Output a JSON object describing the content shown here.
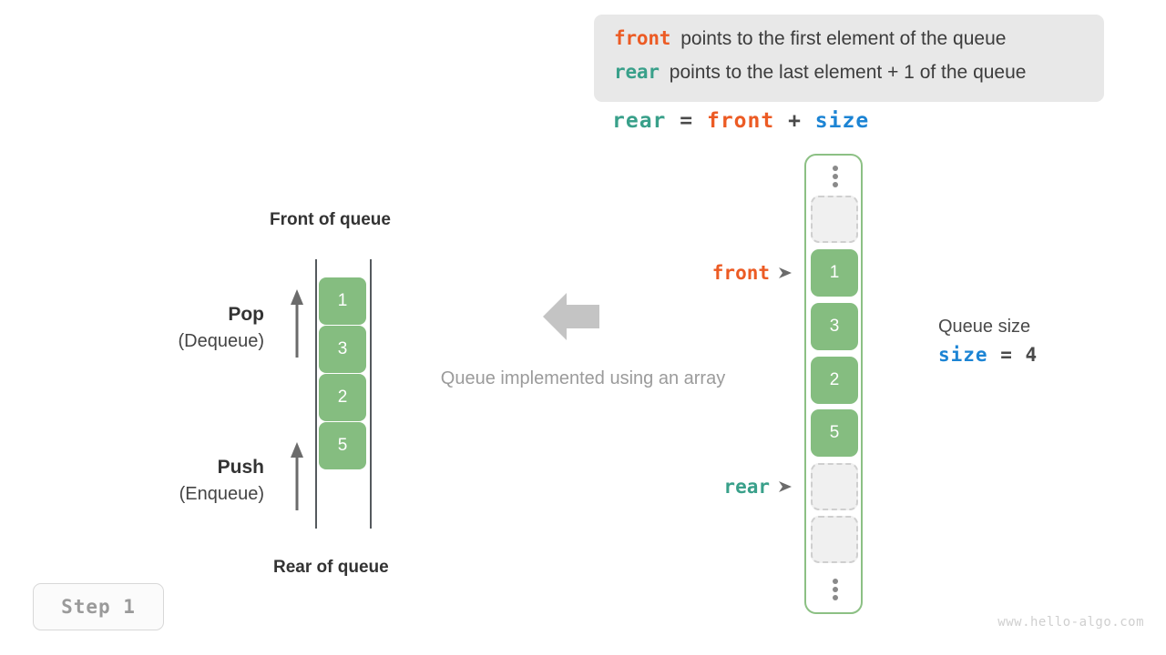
{
  "legend": {
    "lines": [
      {
        "keyword": "front",
        "text": "points to the first element of the queue",
        "color": "#ec5b24"
      },
      {
        "keyword": "rear",
        "text": "points to the last element + 1 of the queue",
        "color": "#39a08a"
      }
    ]
  },
  "formula": {
    "lhs": "rear",
    "equals": "=",
    "rhs1": "front",
    "plus": "+",
    "rhs2": "size"
  },
  "abstract_queue": {
    "front_label": "Front of queue",
    "rear_label": "Rear of queue",
    "cells": [
      "1",
      "3",
      "2",
      "5"
    ],
    "pop": {
      "title": "Pop",
      "subtitle": "(Dequeue)"
    },
    "push": {
      "title": "Push",
      "subtitle": "(Enqueue)"
    }
  },
  "center": {
    "caption": "Queue implemented using an array",
    "arrow_icon": "left-arrow-icon"
  },
  "array_view": {
    "top_ellipsis": "vertical-ellipsis-icon",
    "bottom_ellipsis": "vertical-ellipsis-icon",
    "slots": [
      {
        "value": "",
        "state": "empty"
      },
      {
        "value": "1",
        "state": "filled"
      },
      {
        "value": "3",
        "state": "filled"
      },
      {
        "value": "2",
        "state": "filled"
      },
      {
        "value": "5",
        "state": "filled"
      },
      {
        "value": "",
        "state": "empty"
      },
      {
        "value": "",
        "state": "empty"
      }
    ],
    "pointers": {
      "front": "front",
      "rear": "rear"
    }
  },
  "queue_size": {
    "title": "Queue size",
    "var": "size",
    "equals": "=",
    "value": "4"
  },
  "step_badge": "Step 1",
  "watermark": "www.hello-algo.com",
  "colors": {
    "front": "#ec5b24",
    "rear": "#39a08a",
    "size": "#1c84d4",
    "cell_green": "#85bd80",
    "container_border": "#8cc084",
    "muted_text": "#9b9b9b"
  }
}
